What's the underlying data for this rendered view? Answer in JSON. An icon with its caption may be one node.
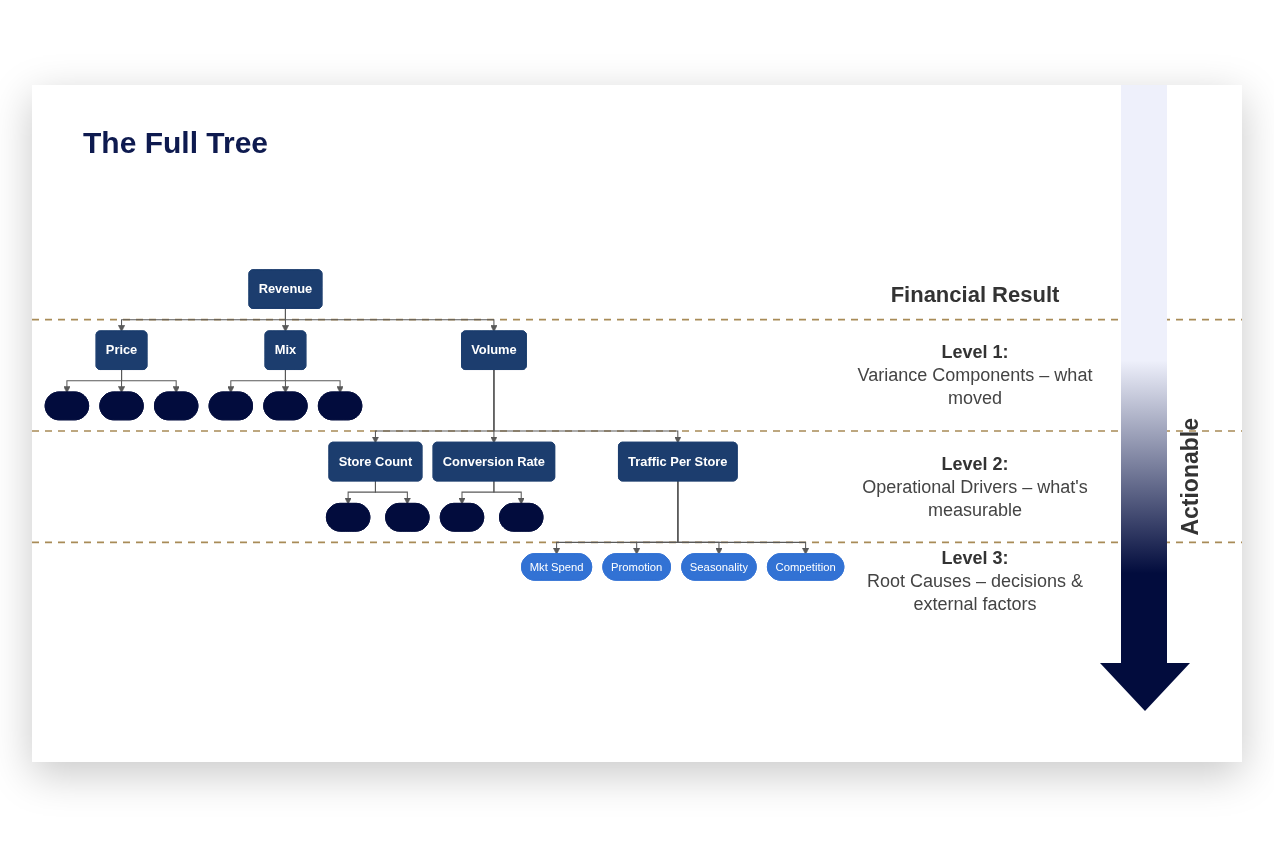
{
  "diagram": {
    "title": "The Full Tree",
    "nodes": [
      {
        "text": [
          "Revenue"
        ]
      },
      {
        "text": [
          "Price"
        ]
      },
      {
        "text": [
          "Mix"
        ]
      },
      {
        "text": [],
        "shape": "pill"
      },
      {
        "text": [],
        "shape": "pill"
      },
      {
        "text": [],
        "shape": "pill"
      },
      {
        "text": [],
        "shape": "pill"
      },
      {
        "text": [],
        "shape": "pill"
      },
      {
        "text": [],
        "shape": "pill"
      },
      {
        "text": [
          "Volume"
        ]
      },
      {
        "text": [
          "Store Count"
        ]
      },
      {
        "text": [
          "Conversion Rate"
        ]
      },
      {
        "text": [],
        "shape": "pill"
      },
      {
        "text": [],
        "shape": "pill"
      },
      {
        "text": [
          "Traffic Per Store"
        ]
      },
      {
        "text": [],
        "shape": "pill"
      },
      {
        "text": [],
        "shape": "pill"
      },
      {
        "text": [
          "Mkt Spend"
        ]
      },
      {
        "text": [
          "Promotion"
        ]
      },
      {
        "text": [
          "Seasonality"
        ]
      },
      {
        "text": [
          "Competition"
        ]
      }
    ],
    "edges": [
      {
        "from": 0,
        "to": 1,
        "arrow": "to"
      },
      {
        "from": 0,
        "to": 9,
        "arrow": "to"
      },
      {
        "from": 0,
        "to": 2,
        "arrow": "to"
      },
      {
        "from": 1,
        "to": 3,
        "arrow": "to"
      },
      {
        "from": 1,
        "to": 4,
        "arrow": "to"
      },
      {
        "from": 1,
        "to": 5,
        "arrow": "to"
      },
      {
        "from": 2,
        "to": 6,
        "arrow": "to"
      },
      {
        "from": 2,
        "to": 7,
        "arrow": "to"
      },
      {
        "from": 2,
        "to": 8,
        "arrow": "to"
      },
      {
        "from": 9,
        "to": 10,
        "arrow": "to"
      },
      {
        "from": 9,
        "to": 14,
        "arrow": "to"
      },
      {
        "from": 9,
        "to": 11,
        "arrow": "to"
      },
      {
        "from": 10,
        "to": 12,
        "arrow": "to"
      },
      {
        "from": 10,
        "to": 13,
        "arrow": "to"
      },
      {
        "from": 11,
        "to": 15,
        "arrow": "to"
      },
      {
        "from": 11,
        "to": 16,
        "arrow": "to"
      },
      {
        "from": 14,
        "to": 17,
        "arrow": "to"
      },
      {
        "from": 14,
        "to": 18,
        "arrow": "to"
      },
      {
        "from": 14,
        "to": 19,
        "arrow": "to"
      },
      {
        "from": 14,
        "to": 20,
        "arrow": "to"
      }
    ],
    "labels": [
      "Financial Result",
      "Level 1:",
      "Variance Components – what moved",
      "Level 2:",
      "Operational Drivers – what's measurable",
      "Level 3:",
      "Root Causes – decisions & external factors",
      "Actionable"
    ]
  }
}
